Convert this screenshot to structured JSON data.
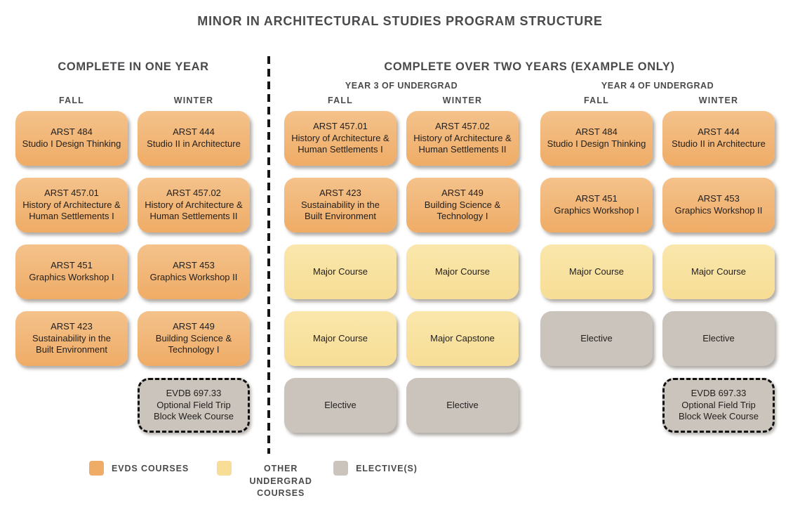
{
  "title": "MINOR IN ARCHITECTURAL STUDIES PROGRAM STRUCTURE",
  "colors": {
    "evds": "#efac66",
    "evds_light": "#f4c28b",
    "other": "#f7dd95",
    "other_light": "#fae7ac",
    "elective": "#cbc4bd",
    "heading": "#4a4a4c",
    "card_text": "#221e1c"
  },
  "sections": [
    {
      "title": "COMPLETE IN ONE YEAR",
      "year_groups": [
        {
          "label": "",
          "columns": [
            {
              "header": "FALL",
              "cards": [
                {
                  "type": "evds",
                  "lines": [
                    "ARST 484",
                    "Studio I Design Thinking"
                  ]
                },
                {
                  "type": "evds",
                  "lines": [
                    "ARST 457.01",
                    "History of Architecture &",
                    "Human Settlements I"
                  ]
                },
                {
                  "type": "evds",
                  "lines": [
                    "ARST 451",
                    "Graphics Workshop I"
                  ]
                },
                {
                  "type": "evds",
                  "lines": [
                    "ARST 423",
                    "Sustainability in the",
                    "Built Environment"
                  ]
                }
              ]
            },
            {
              "header": "WINTER",
              "cards": [
                {
                  "type": "evds",
                  "lines": [
                    "ARST 444",
                    "Studio II in Architecture"
                  ]
                },
                {
                  "type": "evds",
                  "lines": [
                    "ARST 457.02",
                    "History of Architecture &",
                    "Human Settlements II"
                  ]
                },
                {
                  "type": "evds",
                  "lines": [
                    "ARST 453",
                    "Graphics Workshop II"
                  ]
                },
                {
                  "type": "evds",
                  "lines": [
                    "ARST 449",
                    "Building Science &",
                    "Technology I"
                  ]
                },
                {
                  "type": "optional",
                  "lines": [
                    "EVDB 697.33",
                    "Optional Field Trip",
                    "Block Week Course"
                  ]
                }
              ]
            }
          ]
        }
      ]
    },
    {
      "title": "COMPLETE OVER TWO YEARS (EXAMPLE ONLY)",
      "year_groups": [
        {
          "label": "YEAR 3 OF UNDERGRAD",
          "columns": [
            {
              "header": "FALL",
              "cards": [
                {
                  "type": "evds",
                  "lines": [
                    "ARST 457.01",
                    "History of Architecture &",
                    "Human Settlements I"
                  ]
                },
                {
                  "type": "evds",
                  "lines": [
                    "ARST 423",
                    "Sustainability in the",
                    "Built Environment"
                  ]
                },
                {
                  "type": "other",
                  "lines": [
                    "Major Course"
                  ]
                },
                {
                  "type": "other",
                  "lines": [
                    "Major Course"
                  ]
                },
                {
                  "type": "elective",
                  "lines": [
                    "Elective"
                  ]
                }
              ]
            },
            {
              "header": "WINTER",
              "cards": [
                {
                  "type": "evds",
                  "lines": [
                    "ARST 457.02",
                    "History of Architecture &",
                    "Human Settlements II"
                  ]
                },
                {
                  "type": "evds",
                  "lines": [
                    "ARST 449",
                    "Building Science &",
                    "Technology I"
                  ]
                },
                {
                  "type": "other",
                  "lines": [
                    "Major Course"
                  ]
                },
                {
                  "type": "other",
                  "lines": [
                    "Major Capstone"
                  ]
                },
                {
                  "type": "elective",
                  "lines": [
                    "Elective"
                  ]
                }
              ]
            }
          ]
        },
        {
          "label": "YEAR 4 OF UNDERGRAD",
          "columns": [
            {
              "header": "FALL",
              "cards": [
                {
                  "type": "evds",
                  "lines": [
                    "ARST 484",
                    "Studio I Design Thinking"
                  ]
                },
                {
                  "type": "evds",
                  "lines": [
                    "ARST 451",
                    "Graphics Workshop I"
                  ]
                },
                {
                  "type": "other",
                  "lines": [
                    "Major Course"
                  ]
                },
                {
                  "type": "elective",
                  "lines": [
                    "Elective"
                  ]
                }
              ]
            },
            {
              "header": "WINTER",
              "cards": [
                {
                  "type": "evds",
                  "lines": [
                    "ARST 444",
                    "Studio II in Architecture"
                  ]
                },
                {
                  "type": "evds",
                  "lines": [
                    "ARST 453",
                    "Graphics Workshop II"
                  ]
                },
                {
                  "type": "other",
                  "lines": [
                    "Major Course"
                  ]
                },
                {
                  "type": "elective",
                  "lines": [
                    "Elective"
                  ]
                },
                {
                  "type": "optional",
                  "lines": [
                    "EVDB 697.33",
                    "Optional Field Trip",
                    "Block Week Course"
                  ]
                }
              ]
            }
          ]
        }
      ]
    }
  ],
  "legend": {
    "items": [
      {
        "type": "evds",
        "label": "EVDS COURSES"
      },
      {
        "type": "other",
        "label": "OTHER\nUNDERGRAD\nCOURSES"
      },
      {
        "type": "elective",
        "label": "ELECTIVE(S)"
      }
    ]
  }
}
